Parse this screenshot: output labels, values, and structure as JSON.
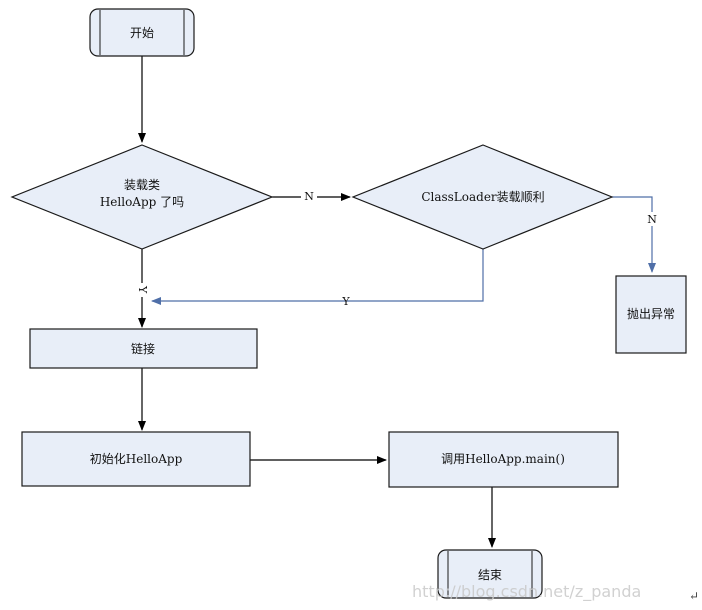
{
  "colors": {
    "box_fill": "#e8eef8",
    "box_stroke": "#1a1a1a",
    "arrow": "#000000",
    "blue_line": "#4f6fa8",
    "watermark": "#c9c9c9"
  },
  "nodes": {
    "start": {
      "label": "开始",
      "shape": "terminator"
    },
    "decision_loaded": {
      "line1": "装载类",
      "line2": "HelloApp 了吗",
      "shape": "diamond"
    },
    "decision_classloader": {
      "label": "ClassLoader装载顺利",
      "shape": "diamond"
    },
    "throw_exception": {
      "label": "抛出异常",
      "shape": "process"
    },
    "link": {
      "label": "链接",
      "shape": "process"
    },
    "init": {
      "label": "初始化HelloApp",
      "shape": "process"
    },
    "call_main": {
      "label": "调用HelloApp.main()",
      "shape": "process"
    },
    "end": {
      "label": "结束",
      "shape": "terminator"
    }
  },
  "edges": {
    "n_to_classloader": {
      "label": "N"
    },
    "classloader_n": {
      "label": "N"
    },
    "classloader_y": {
      "label": "Y"
    },
    "loaded_y": {
      "label": "Y"
    }
  },
  "watermark": {
    "text": "http://blog.csdn.net/z_panda"
  },
  "return_mark": "↵"
}
